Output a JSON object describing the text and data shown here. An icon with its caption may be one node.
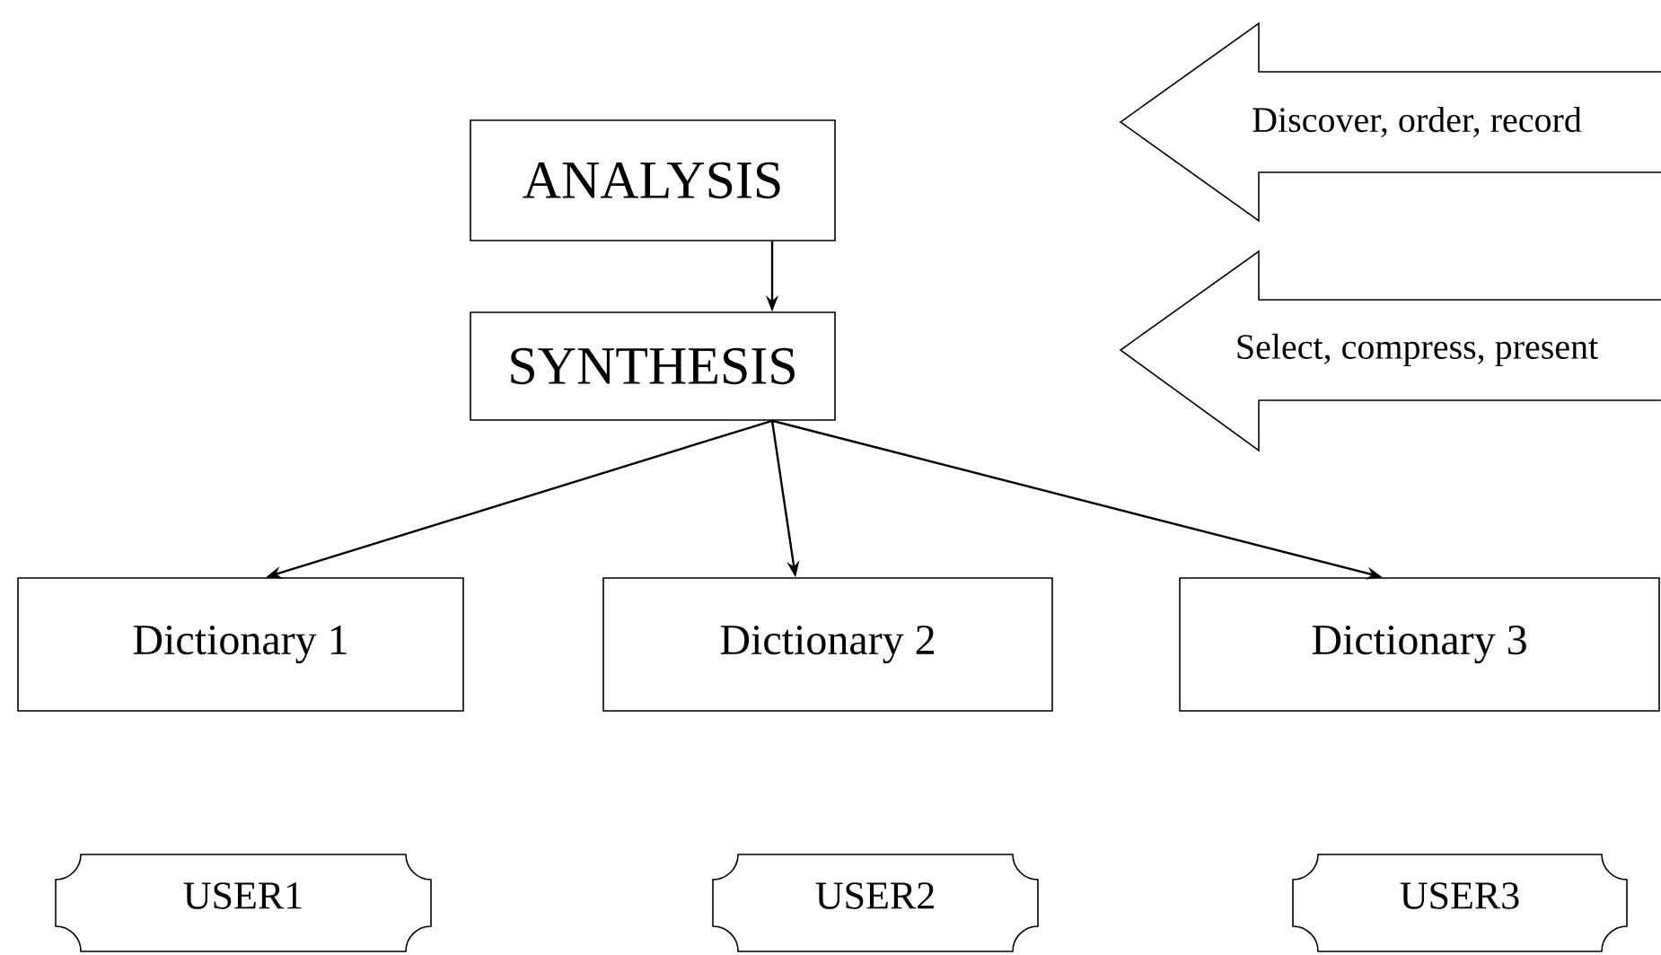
{
  "diagram": {
    "nodes": [
      {
        "text": [
          "ANALYSIS"
        ]
      },
      {
        "text": [
          "SYNTHESIS"
        ]
      },
      {
        "text": [
          "Discover, order, record"
        ]
      },
      {
        "text": [
          "Select, compress, present"
        ]
      },
      {
        "text": [
          "Dictionary 1"
        ]
      },
      {
        "text": [
          "Dictionary 2"
        ]
      },
      {
        "text": [
          "Dictionary 3"
        ]
      },
      {
        "text": [
          "USER1"
        ]
      },
      {
        "text": [
          "USER2"
        ]
      },
      {
        "text": [
          "USER3"
        ]
      }
    ],
    "edges": [
      {
        "from": 0,
        "to": 1,
        "arrow": "to"
      },
      {
        "from": 1,
        "to": 4,
        "arrow": "to"
      },
      {
        "from": 1,
        "to": 5,
        "arrow": "to"
      },
      {
        "from": 1,
        "to": 6,
        "arrow": "to"
      }
    ]
  }
}
